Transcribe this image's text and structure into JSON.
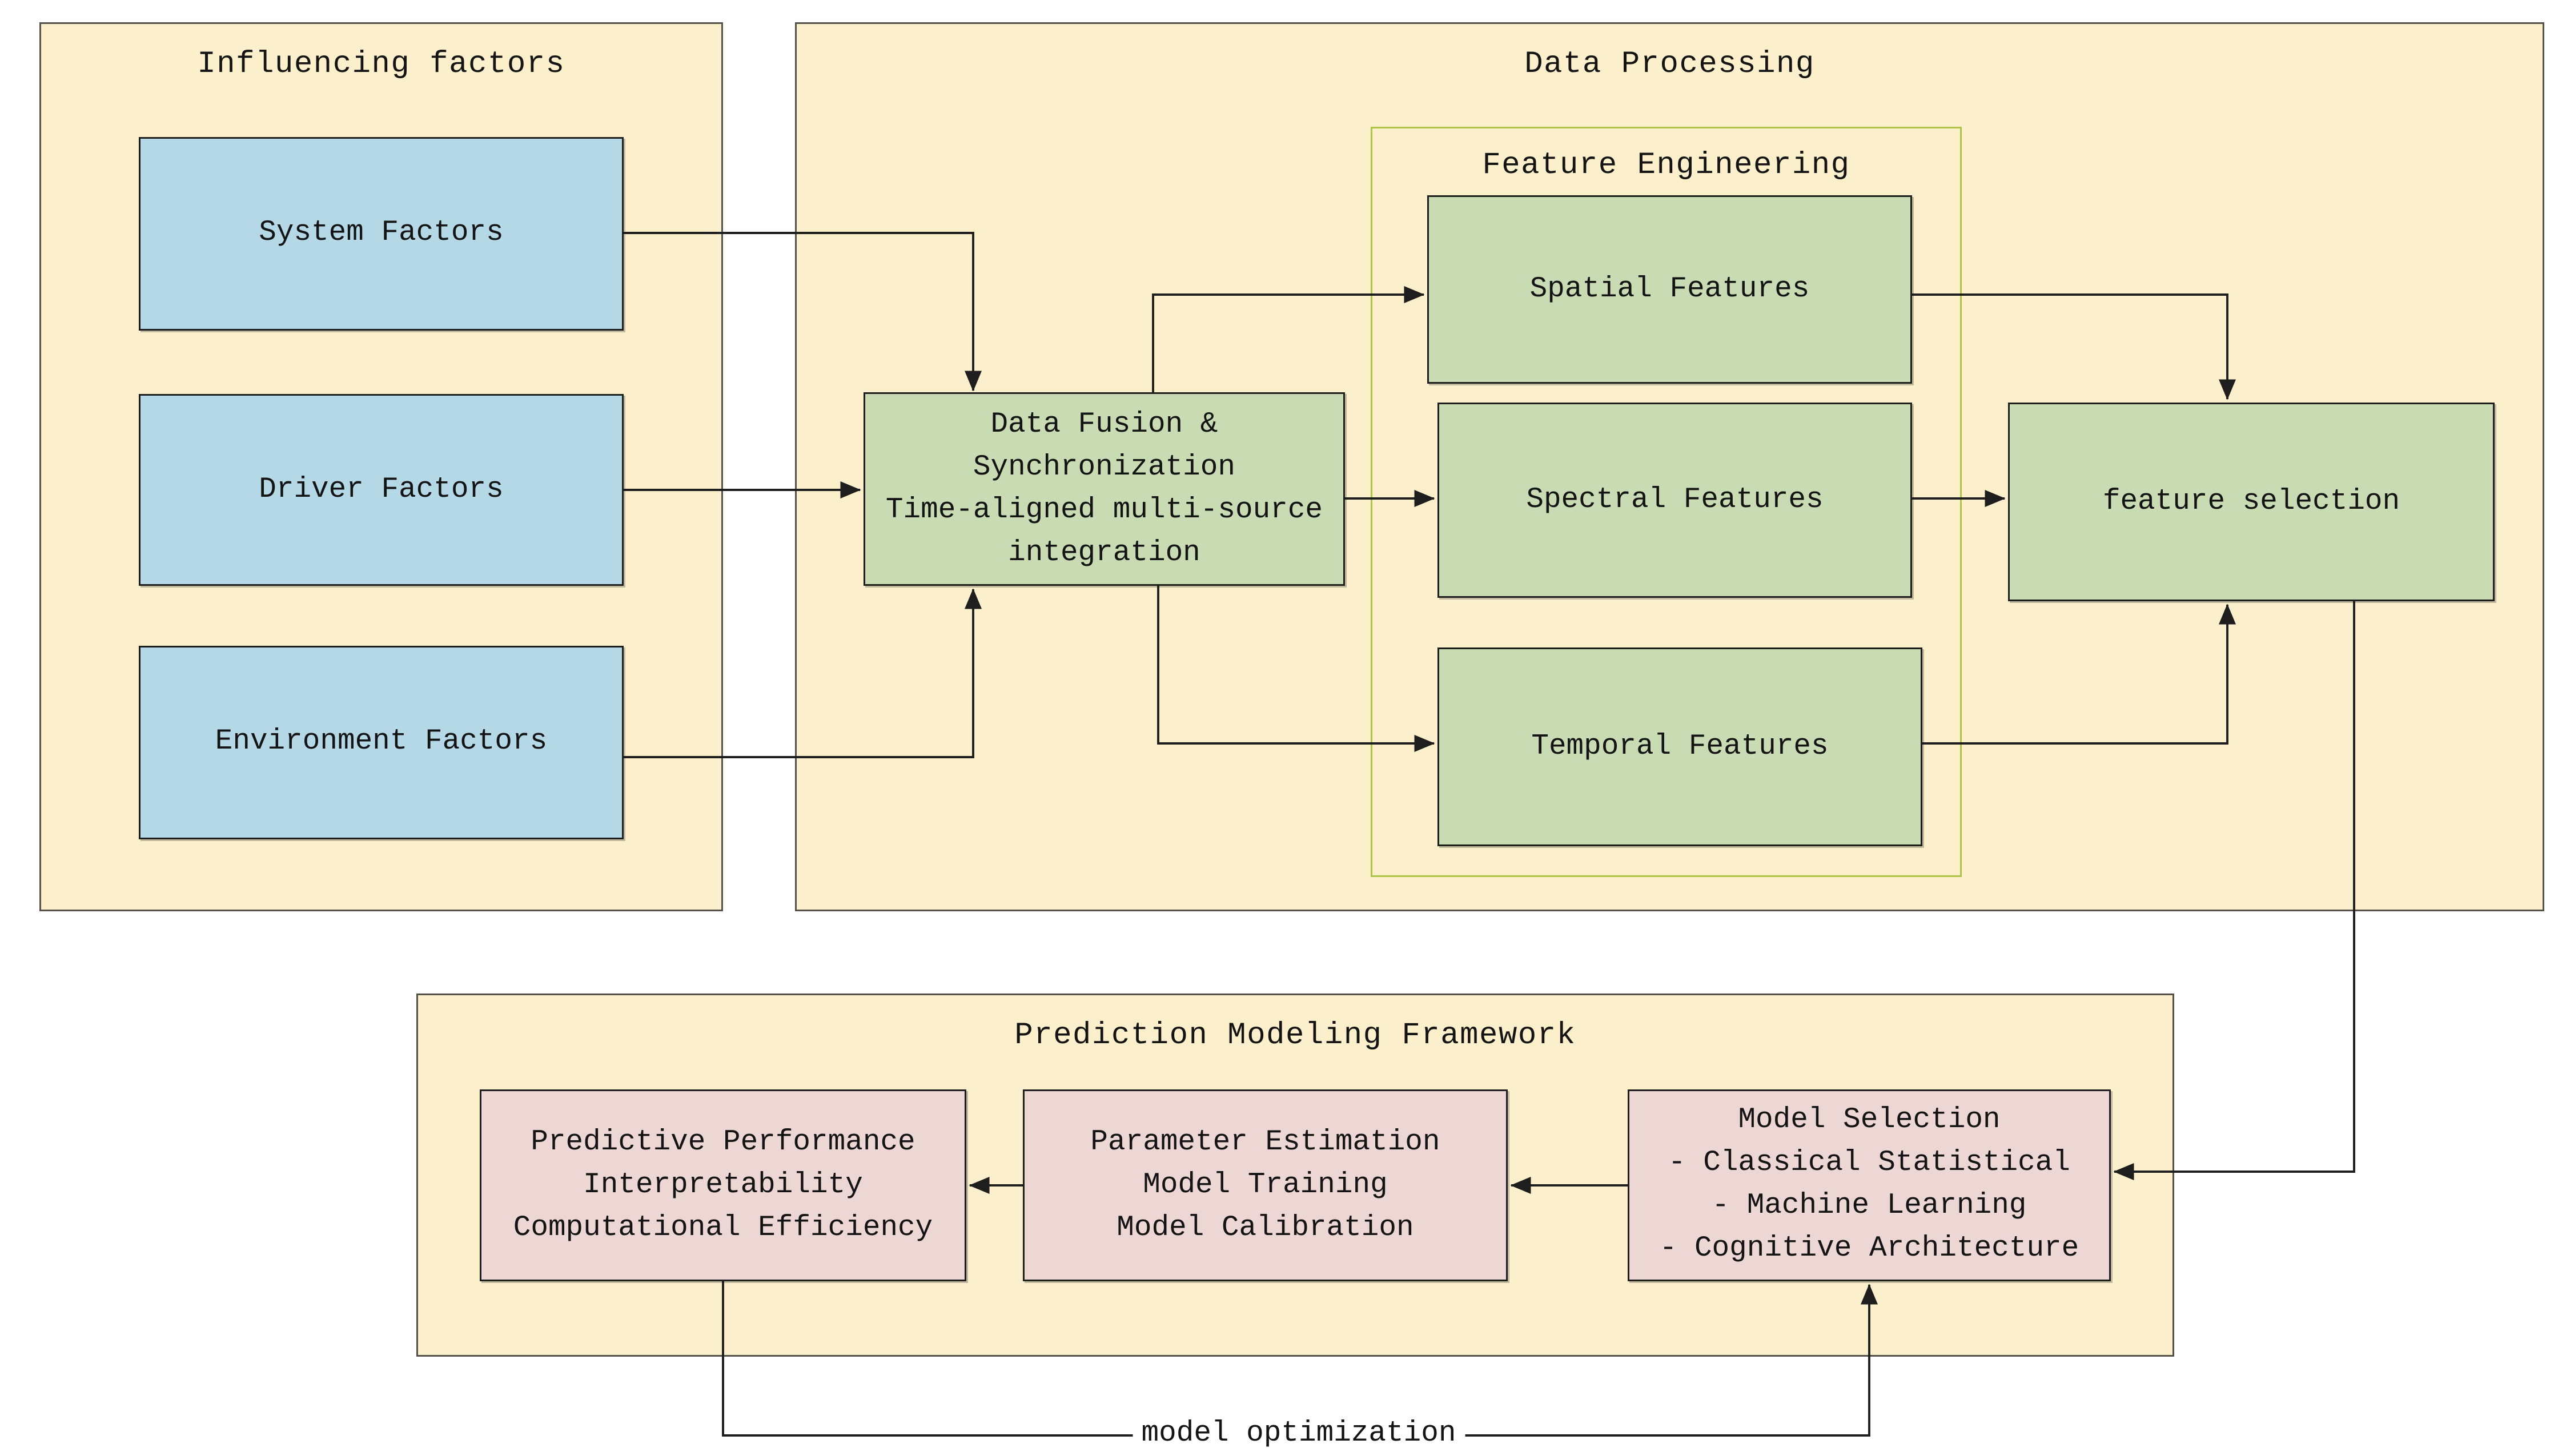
{
  "colors": {
    "page-bg": "#ffffff",
    "container-fill": "#FBF0CB",
    "container-border": "#55524a",
    "node-border": "#1e1e1e",
    "blue-fill": "#B5D8E7",
    "green-fill": "#C8DBB3",
    "pink-fill": "#ECD7D5",
    "fe-border": "#AEC444",
    "line-color": "#1e1e1e",
    "text-color": "#141414"
  },
  "containers": {
    "influencing": {
      "title": "Influencing factors"
    },
    "data_processing": {
      "title": "Data Processing"
    },
    "feature_engineering": {
      "title": "Feature Engineering"
    },
    "prediction": {
      "title": "Prediction Modeling Framework"
    }
  },
  "nodes": {
    "system": {
      "lines": [
        "System Factors"
      ]
    },
    "driver": {
      "lines": [
        "Driver Factors"
      ]
    },
    "environment": {
      "lines": [
        "Environment Factors"
      ]
    },
    "data_fusion": {
      "lines": [
        "Data Fusion &",
        "Synchronization",
        "Time-aligned multi-source",
        "integration"
      ]
    },
    "spatial": {
      "lines": [
        "Spatial Features"
      ]
    },
    "spectral": {
      "lines": [
        "Spectral Features"
      ]
    },
    "temporal": {
      "lines": [
        "Temporal Features"
      ]
    },
    "feature_selection": {
      "lines": [
        "feature selection"
      ]
    },
    "predictive_performance": {
      "lines": [
        "Predictive Performance",
        "Interpretability",
        "Computational Efficiency"
      ]
    },
    "parameter_estimation": {
      "lines": [
        "Parameter Estimation",
        "Model Training",
        "Model Calibration"
      ]
    },
    "model_selection": {
      "lines": [
        "Model Selection",
        "- Classical Statistical",
        "- Machine Learning",
        "- Cognitive Architecture"
      ]
    }
  },
  "labels": {
    "model_optimization": "model optimization"
  }
}
